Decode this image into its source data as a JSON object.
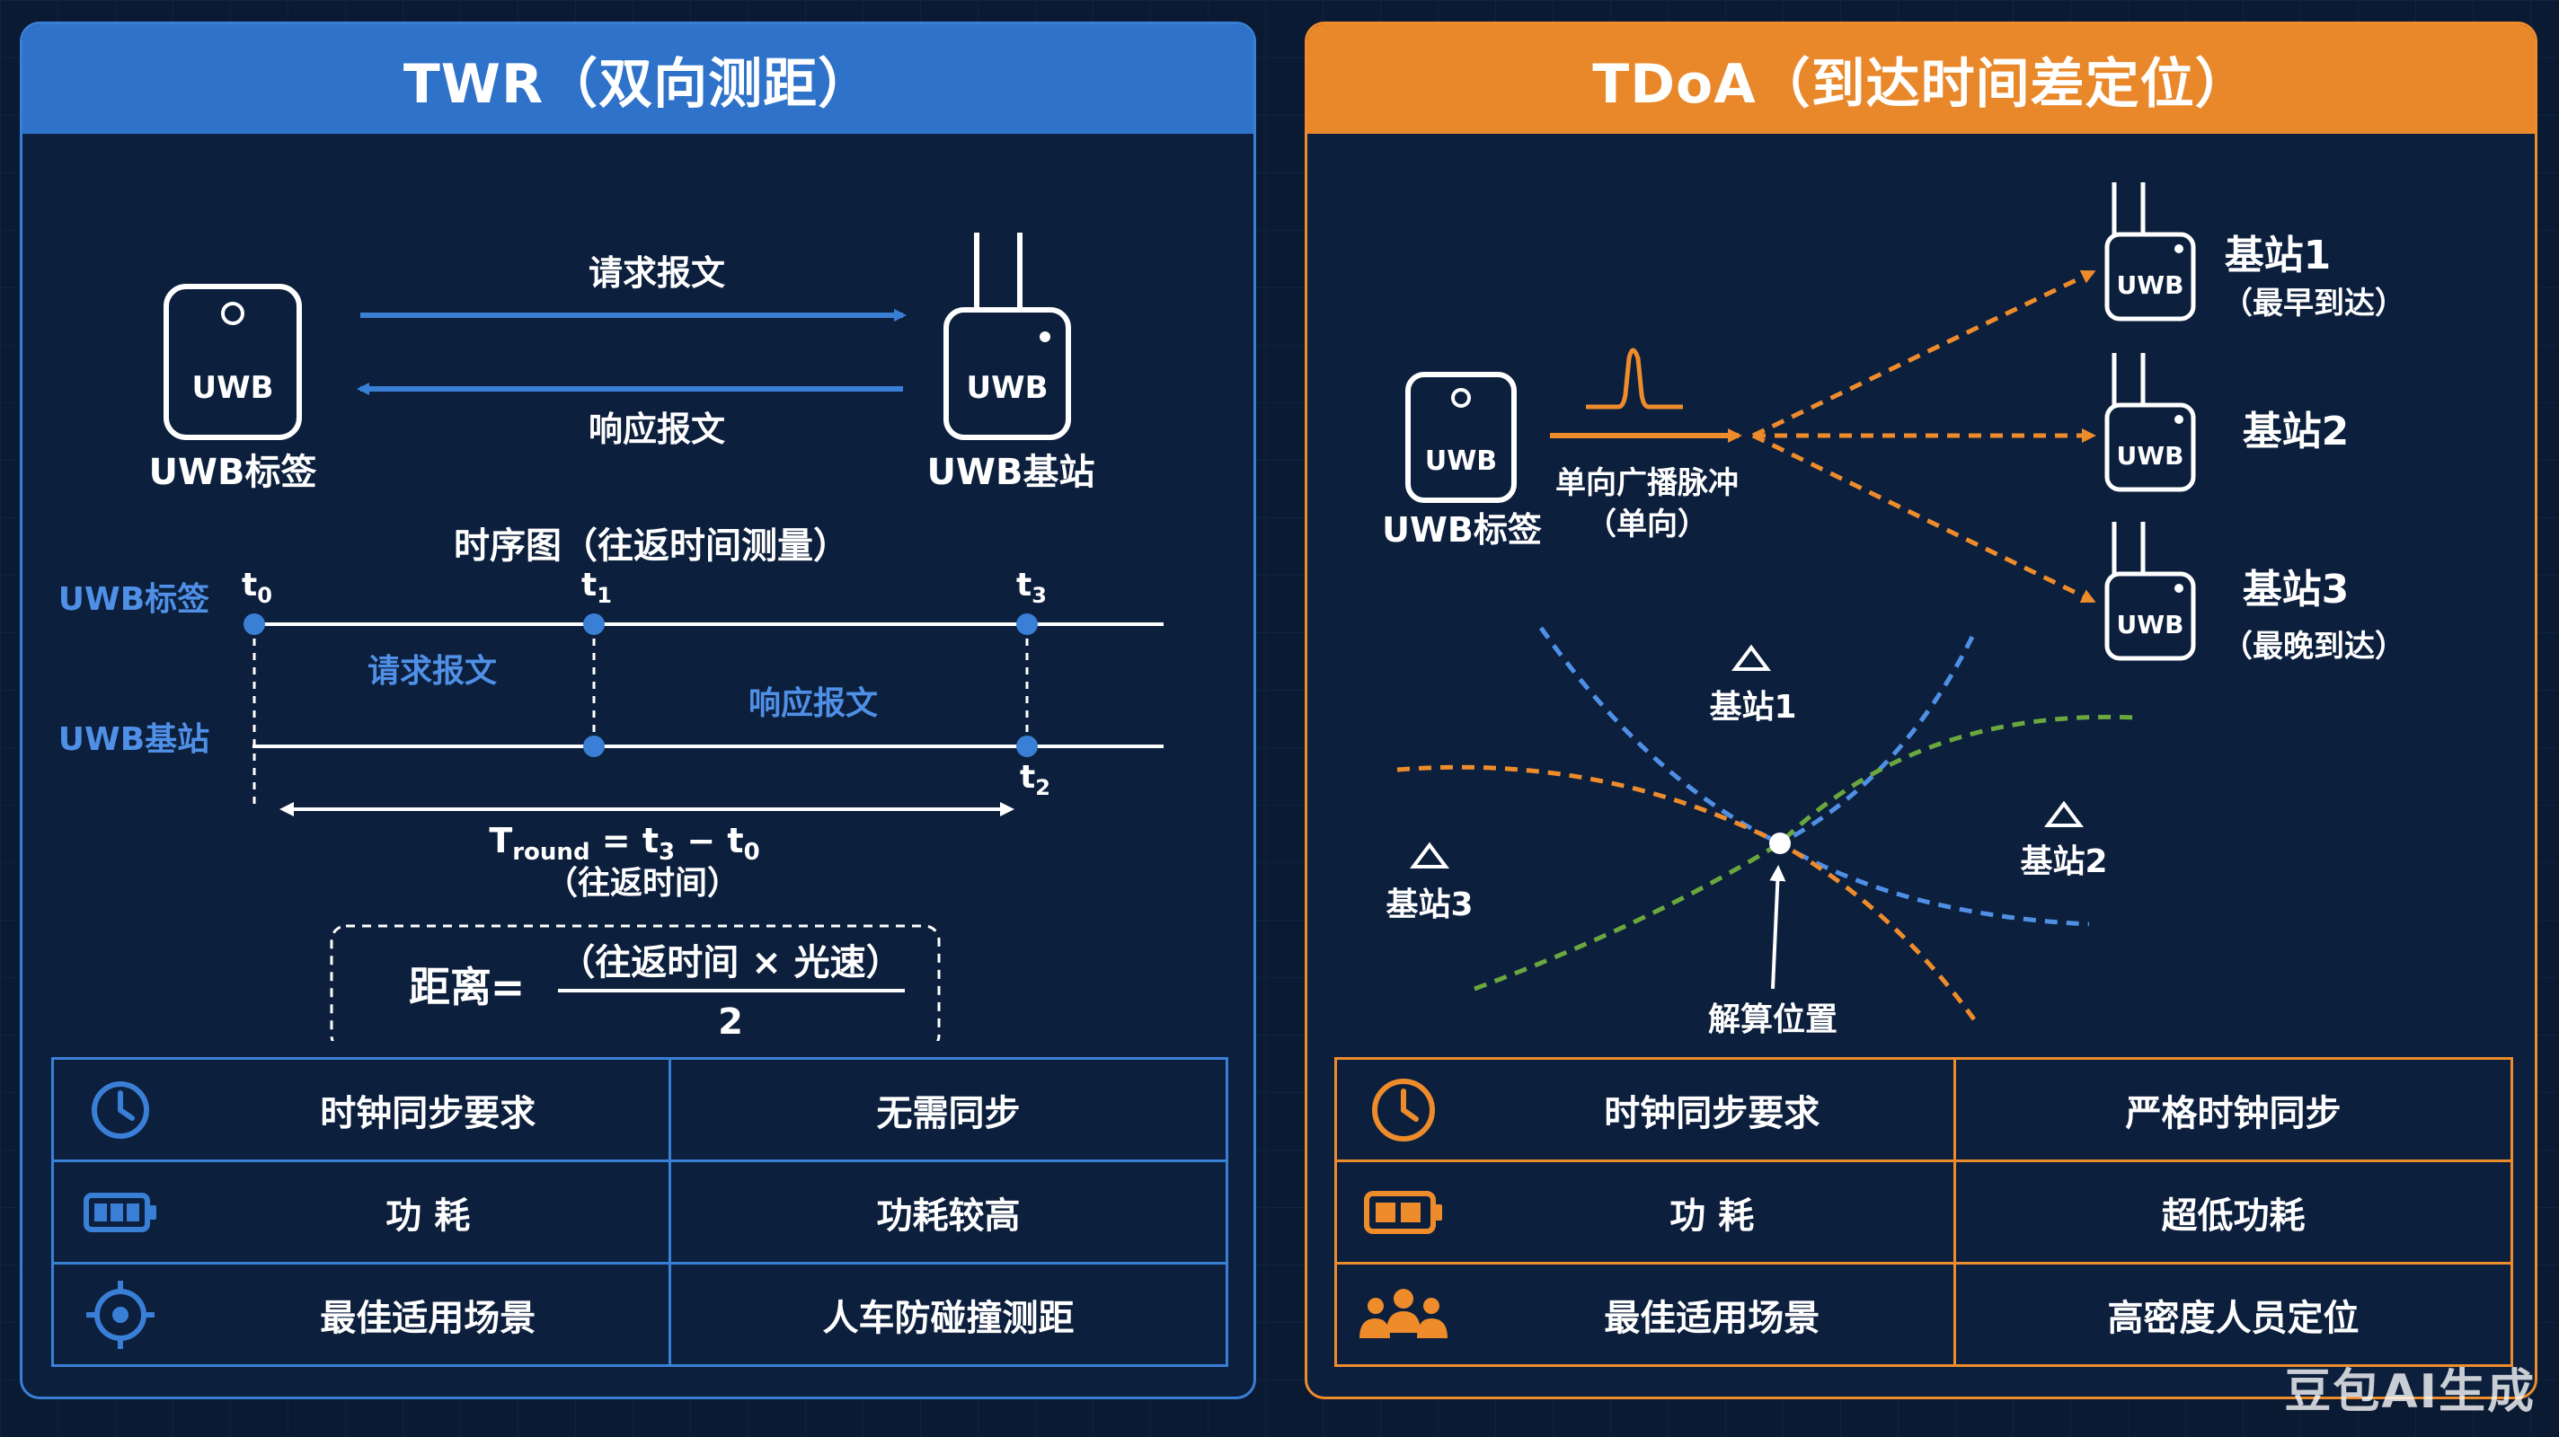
{
  "twr": {
    "title": "TWR（双向测距）",
    "tag_chip": "UWB",
    "tag_label": "UWB标签",
    "station_chip": "UWB",
    "station_label": "UWB基站",
    "request_label": "请求报文",
    "response_label": "响应报文",
    "timing": {
      "title": "时序图（往返时间测量）",
      "tag_row": "UWB标签",
      "station_row": "UWB基站",
      "t0": "t",
      "t0_sub": "0",
      "t1": "t",
      "t1_sub": "1",
      "t2": "t",
      "t2_sub": "2",
      "t3": "t",
      "t3_sub": "3",
      "request": "请求报文",
      "response": "响应报文",
      "round_t": "T",
      "round_sub": "round",
      "round_eq": " = t",
      "round_sub3": "3",
      "round_minus": " − t",
      "round_sub0": "0",
      "round_note": "（往返时间）"
    },
    "formula": {
      "lhs": "距离",
      "eq": "=",
      "numerator": "（往返时间 × 光速）",
      "denominator": "2"
    },
    "table": [
      {
        "icon": "clock-icon",
        "label": "时钟同步要求",
        "value": "无需同步"
      },
      {
        "icon": "battery-icon",
        "label": "功 耗",
        "value": "功耗较高"
      },
      {
        "icon": "target-icon",
        "label": "最佳适用场景",
        "value": "人车防碰撞测距"
      }
    ]
  },
  "tdoa": {
    "title": "TDoA（到达时间差定位）",
    "tag_chip": "UWB",
    "tag_label": "UWB标签",
    "broadcast_label": "单向广播脉冲",
    "broadcast_sub": "（单向）",
    "stations": [
      {
        "chip": "UWB",
        "name": "基站1",
        "note": "（最早到达）"
      },
      {
        "chip": "UWB",
        "name": "基站2",
        "note": ""
      },
      {
        "chip": "UWB",
        "name": "基站3",
        "note": "（最晚到达）"
      }
    ],
    "hyperbola": {
      "s1": "基站1",
      "s2": "基站2",
      "s3": "基站3",
      "solution": "解算位置"
    },
    "table": [
      {
        "icon": "clock-icon",
        "label": "时钟同步要求",
        "value": "严格时钟同步"
      },
      {
        "icon": "battery-icon",
        "label": "功 耗",
        "value": "超低功耗"
      },
      {
        "icon": "people-icon",
        "label": "最佳适用场景",
        "value": "高密度人员定位"
      }
    ]
  },
  "colors": {
    "blue": "#3a7fd6",
    "orange": "#ee8c2c",
    "green": "#6aa83e",
    "bg": "#0c1f3d"
  },
  "watermark": "豆包AI生成"
}
